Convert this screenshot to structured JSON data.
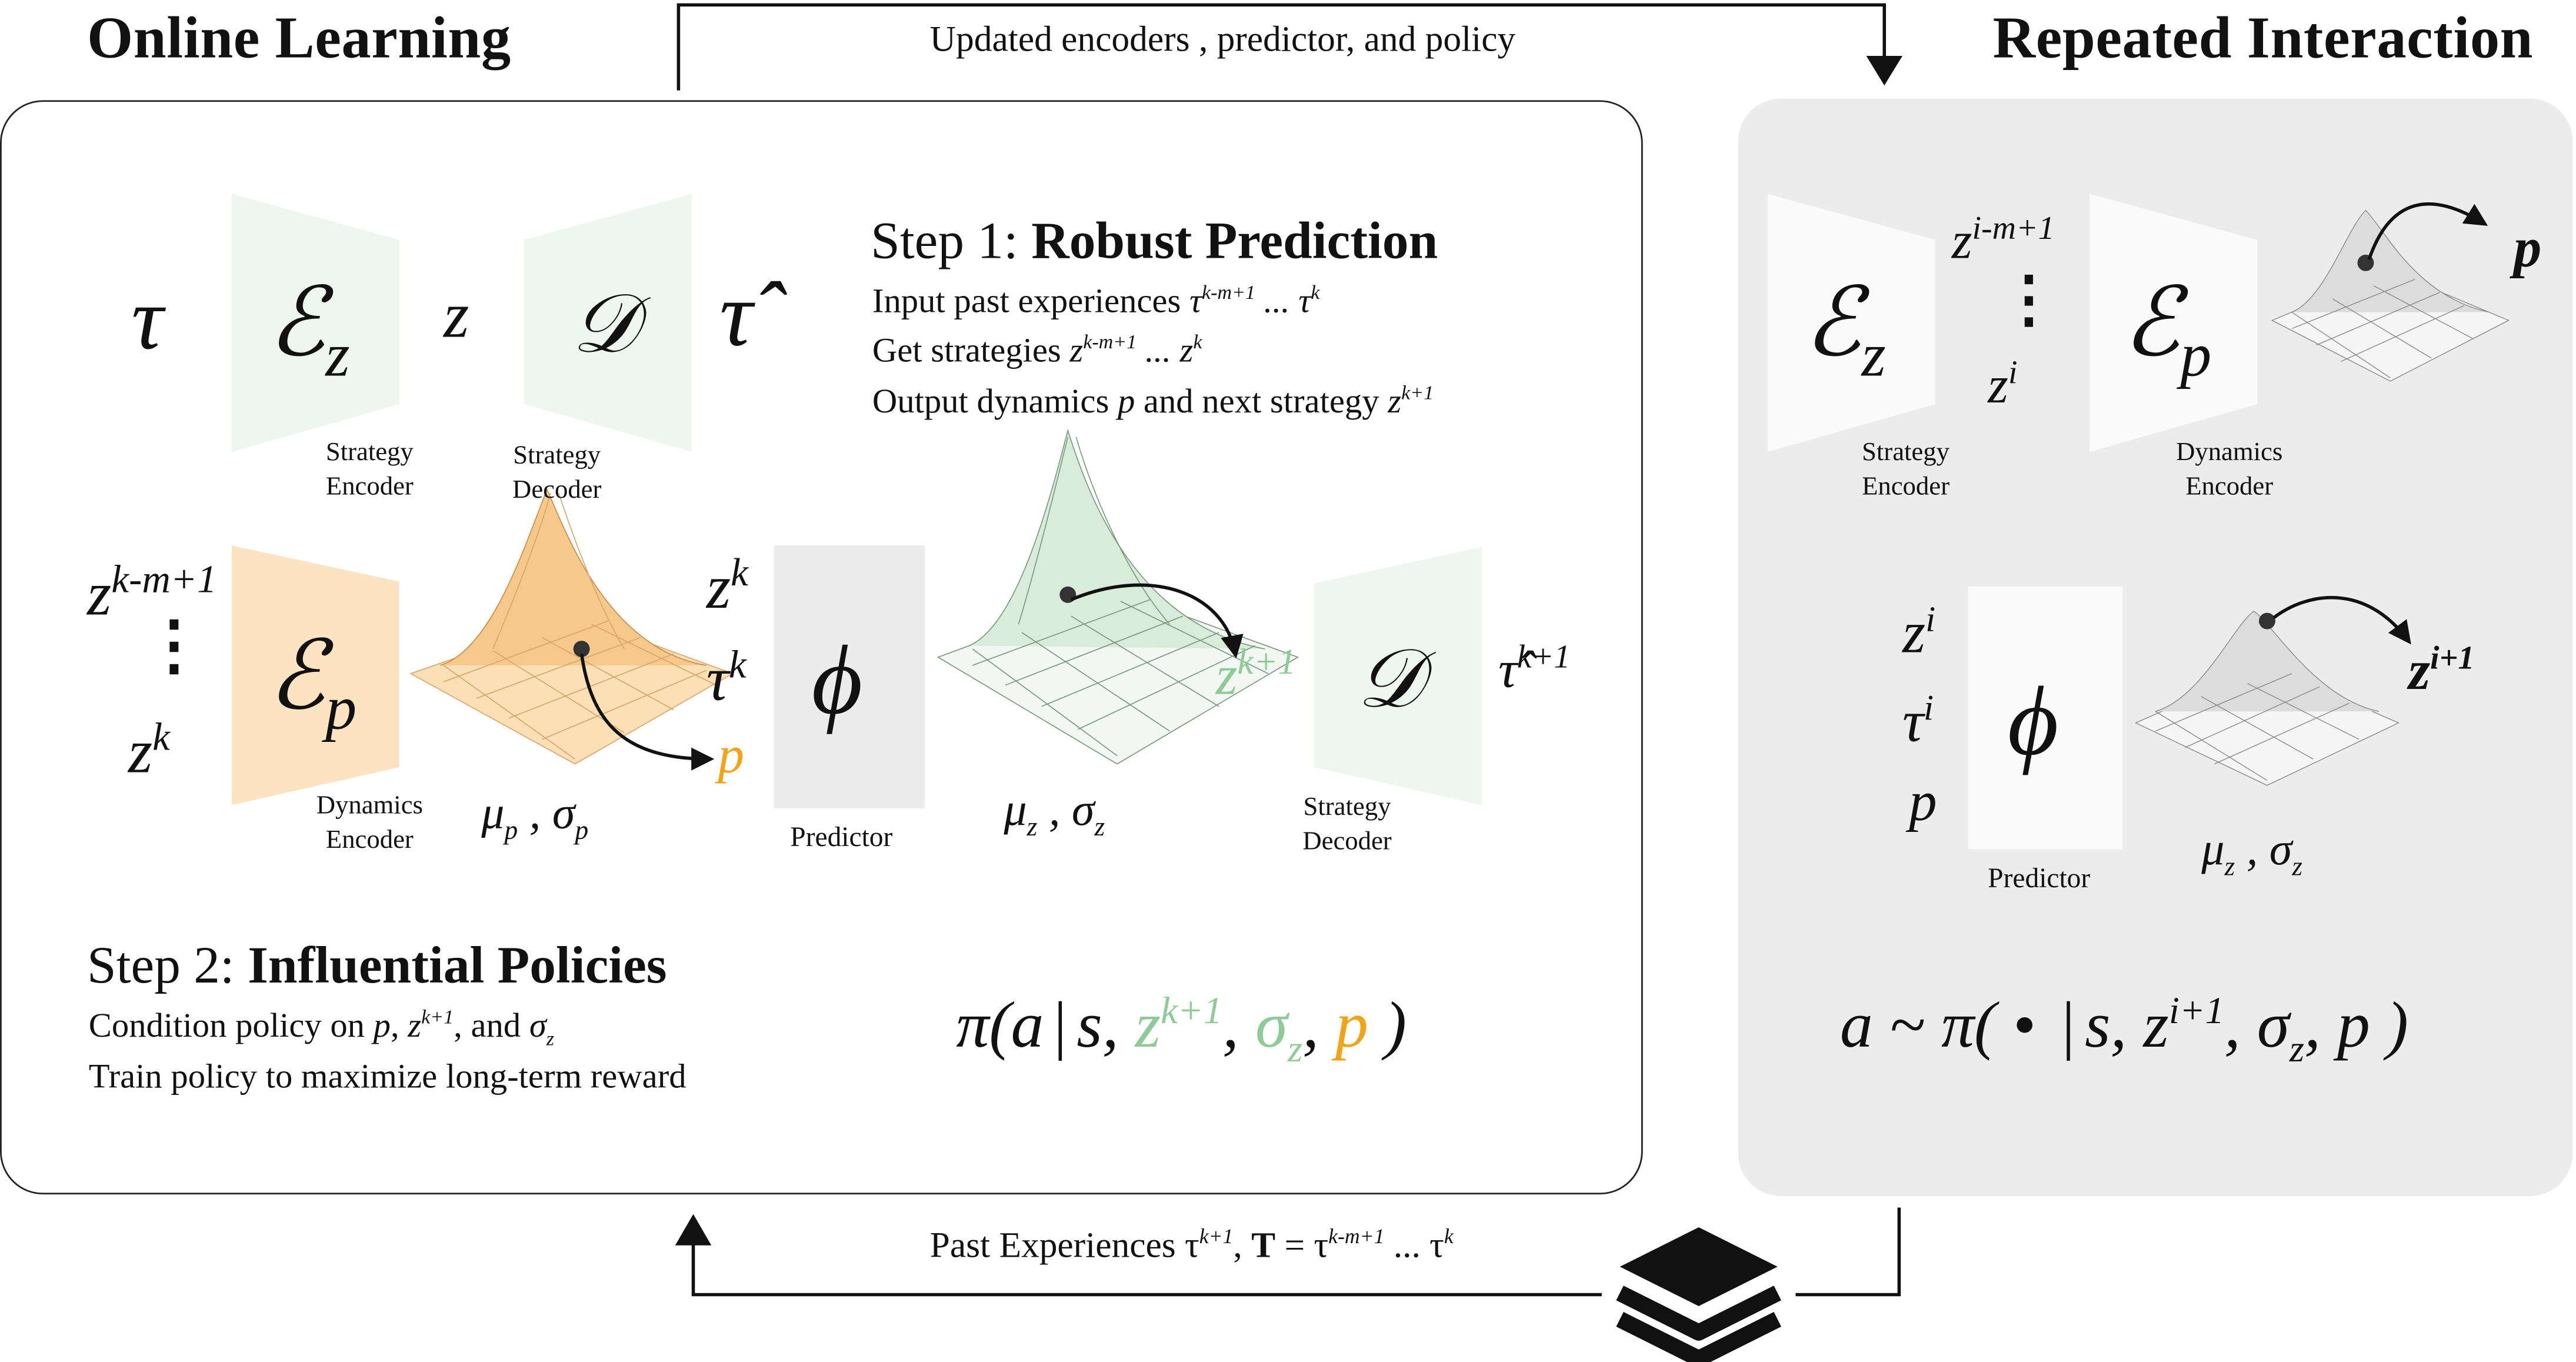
{
  "titles": {
    "online_learning": "Online Learning",
    "repeated_interaction": "Repeated Interaction"
  },
  "top_arrow_label": "Updated encoders , predictor, and policy",
  "bottom_arrow_label": {
    "prefix": "Past Experiences τ",
    "tau_sup": "k+1",
    "mid": ", ",
    "bold_T": "T",
    "eq": " = τ",
    "sup1": "k-m+1",
    "dots": " ... τ",
    "sup2": "k"
  },
  "step1": {
    "prefix": "Step 1: ",
    "name": "Robust Prediction",
    "line1_text": "Input past experiences ",
    "line1_tau": "τ",
    "line1_sup1": "k-m+1",
    "line1_dots": " ... τ",
    "line1_sup2": "k",
    "line2_text": "Get strategies ",
    "line2_z": "z",
    "line2_sup1": "k-m+1",
    "line2_dots": " ... z",
    "line2_sup2": "k",
    "line3_text": "Output dynamics ",
    "line3_p": "p",
    "line3_mid": " and next strategy ",
    "line3_z": "z",
    "line3_sup": "k+1"
  },
  "step2": {
    "prefix": "Step 2: ",
    "name": "Influential Policies",
    "line1_text": "Condition policy on ",
    "line1_p": "p",
    "line1_comma": ", ",
    "line1_z": "z",
    "line1_sup": "k+1",
    "line1_and": ", and ",
    "line1_sigma": "σ",
    "line1_sub": "z",
    "line2": "Train policy to maximize long-term reward"
  },
  "left_top": {
    "tau": "τ",
    "enc_symbol": "ℰ",
    "enc_sub": "z",
    "latent": "z",
    "dec_symbol": "𝒟",
    "tau_hat": "τ̂",
    "enc_label_1": "Strategy",
    "enc_label_2": "Encoder",
    "dec_label_1": "Strategy",
    "dec_label_2": "Decoder"
  },
  "left_mid": {
    "z_top": "z",
    "z_top_sup": "k-m+1",
    "z_bottom": "z",
    "z_bottom_sup": "k",
    "enc_symbol": "ℰ",
    "enc_sub": "p",
    "enc_label_1": "Dynamics",
    "enc_label_2": "Encoder",
    "mu_p": "μ",
    "mu_p_sub": "p",
    "sigma_p": "σ",
    "sigma_p_sub": "p",
    "pred_in_z": "z",
    "pred_in_z_sup": "k",
    "pred_in_tau": "τ",
    "pred_in_tau_sup": "k",
    "pred_in_p": "p",
    "phi": "ϕ",
    "pred_label": "Predictor",
    "mu_z": "μ",
    "mu_z_sub": "z",
    "sigma_z": "σ",
    "sigma_z_sub": "z",
    "z_next": "z",
    "z_next_sup": "k+1",
    "dec_symbol": "𝒟",
    "dec_label_1": "Strategy",
    "dec_label_2": "Decoder",
    "tau_hat": "τ̂",
    "tau_hat_sup": "k+1"
  },
  "policy_left": {
    "open": "π(a",
    "bar": "|",
    "s": "s, ",
    "z": "z",
    "z_sup": "k+1",
    "comma1": ", ",
    "sigma": "σ",
    "sigma_sub": "z",
    "comma2": ", ",
    "p": "p",
    "close": " )"
  },
  "right_top": {
    "enc_z_symbol": "ℰ",
    "enc_z_sub": "z",
    "z_top": "z",
    "z_top_sup": "i-m+1",
    "z_bottom": "z",
    "z_bottom_sup": "i",
    "enc_p_symbol": "ℰ",
    "enc_p_sub": "p",
    "p_out": "p",
    "enc_z_label_1": "Strategy",
    "enc_z_label_2": "Encoder",
    "enc_p_label_1": "Dynamics",
    "enc_p_label_2": "Encoder"
  },
  "right_mid": {
    "z_in": "z",
    "z_in_sup": "i",
    "tau_in": "τ",
    "tau_in_sup": "i",
    "p_in": "p",
    "phi": "ϕ",
    "pred_label": "Predictor",
    "z_out": "z",
    "z_out_sup": "i+1",
    "mu_z": "μ",
    "mu_z_sub": "z",
    "sigma_z": "σ",
    "sigma_z_sub": "z"
  },
  "policy_right": {
    "text_a": "a ~ π( • ",
    "bar": "|",
    "s": "s,  z",
    "z_sup": "i+1",
    "sigma": ",  σ",
    "sigma_sub": "z",
    "p": ",  p )"
  },
  "colors": {
    "green": "#8ecb96",
    "green_fill": "#eef7ef",
    "orange": "#f3a316",
    "orange_fill": "#fce3c1",
    "gray_fill": "#ececec",
    "border": "#222222"
  },
  "icons": {
    "data_stack": "layers-stack-icon"
  }
}
